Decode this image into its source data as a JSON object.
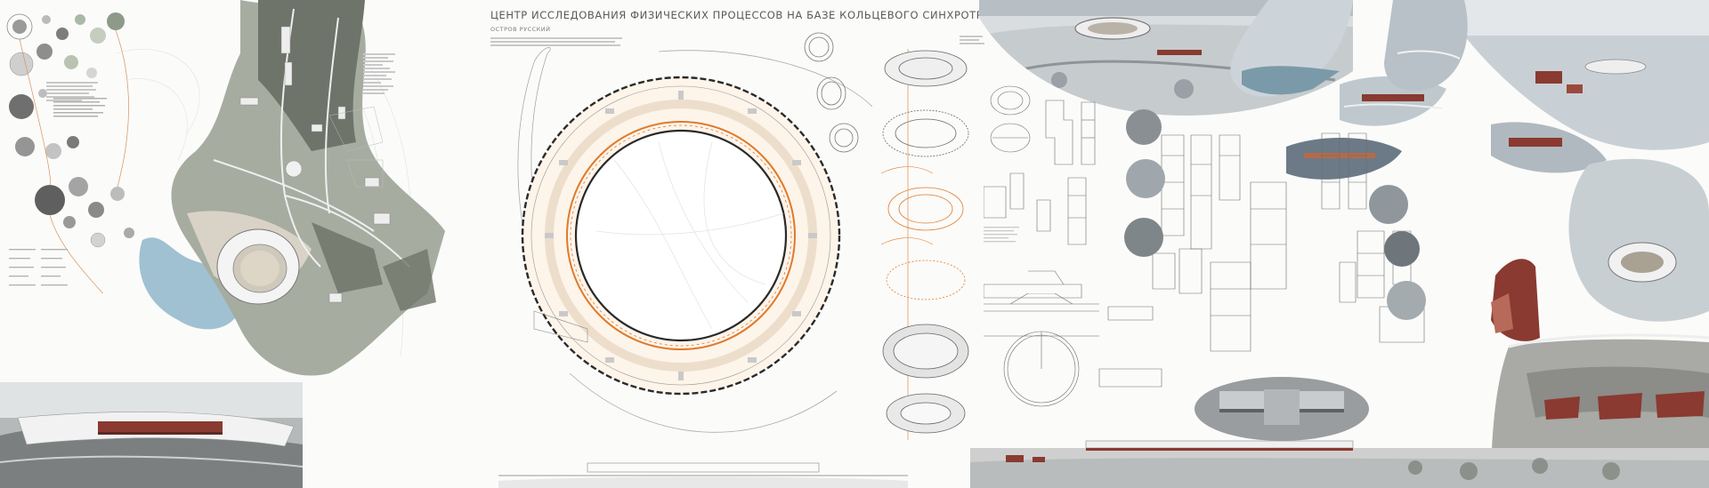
{
  "header": {
    "title": "ЦЕНТР ИССЛЕДОВАНИЯ ФИЗИЧЕСКИХ ПРОЦЕССОВ НА БАЗЕ КОЛЬЦЕВОГО СИНХРОТРОНА",
    "subtitle": "ОСТРОВ РУССКИЙ"
  },
  "colors": {
    "board_background": "#fbfbfa",
    "accent_orange": "#e07a2a",
    "building_red": "#8a3a30",
    "sea_blue": "#8fb6c9",
    "snow_grey": "#d9dde0",
    "line_dark": "#2a2a2a",
    "plan_line": "#6d6d6d"
  },
  "panels": [
    {
      "name": "site-analysis-diagrams-panel"
    },
    {
      "name": "site-masterplan-panel"
    },
    {
      "name": "synchrotron-ring-plan-panel"
    },
    {
      "name": "ring-section-details-panel"
    },
    {
      "name": "floor-plans-panel"
    },
    {
      "name": "renderings-panel"
    }
  ]
}
